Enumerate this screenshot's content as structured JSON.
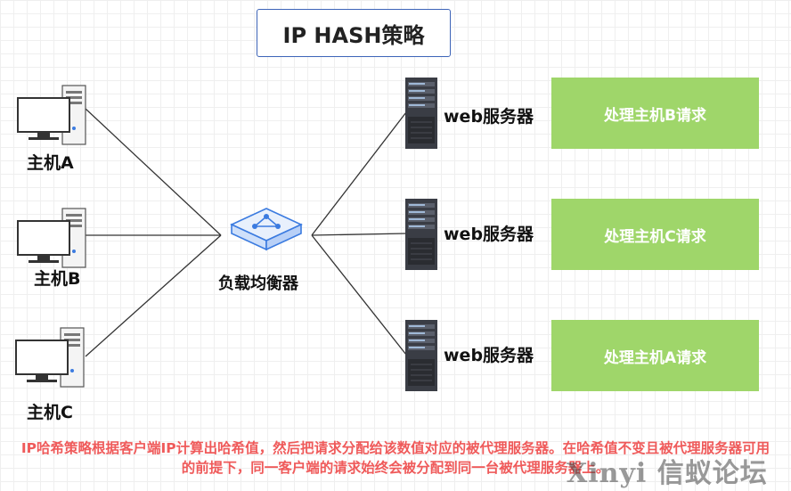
{
  "title": "IP HASH策略",
  "hosts": [
    {
      "label": "主机A"
    },
    {
      "label": "主机B"
    },
    {
      "label": "主机C"
    }
  ],
  "load_balancer": {
    "label": "负载均衡器"
  },
  "servers": [
    {
      "label": "web服务器",
      "action": "处理主机B请求"
    },
    {
      "label": "web服务器",
      "action": "处理主机C请求"
    },
    {
      "label": "web服务器",
      "action": "处理主机A请求"
    }
  ],
  "description": "IP哈希策略根据客户端IP计算出哈希值，然后把请求分配给该数值对应的被代理服务器。在哈希值不变且被代理服务器可用的前提下，同一客户端的请求始终会被分配到同一台被代理服务器上。",
  "watermark": "Xinyi 信蚁论坛",
  "colors": {
    "title_border": "#3d64b8",
    "action_box": "#9fd66a",
    "description_text": "#ef5a5a",
    "load_balancer": "#3b7be0"
  }
}
